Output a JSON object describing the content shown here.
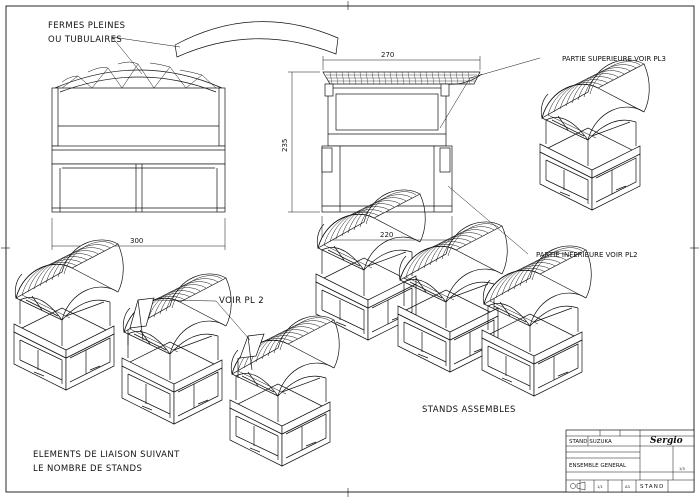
{
  "labels": {
    "fermes_line1": "FERMES PLEINES",
    "fermes_line2": "OU TUBULAIRES",
    "partie_sup": "PARTIE SUPERIEURE VOIR PL3",
    "partie_inf": "PARTIE INFERIEURE VOIR PL2",
    "voir_pl2": "VOIR PL 2",
    "elements_line1": "ELEMENTS DE LIAISON SUIVANT",
    "elements_line2": "LE NOMBRE DE STANDS",
    "stands_assembles": "STANDS ASSEMBLES"
  },
  "dimensions": {
    "front_width": "300",
    "side_top_width": "270",
    "side_height": "235",
    "side_base_width": "220"
  },
  "title_block": {
    "project": "STAND SUZUKA",
    "designation": "ENSEMBLE GENERAL",
    "designer_logo": "Sergio",
    "sheet": "1/3",
    "footer_scale": "1/1",
    "footer_format": "A3",
    "footer_name": "STAND"
  },
  "colors": {
    "line": "#111111",
    "paper": "#ffffff"
  }
}
